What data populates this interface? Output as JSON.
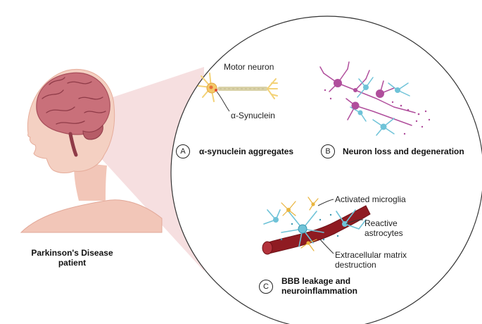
{
  "patient_label": "Parkinson's Disease\npatient",
  "panels": [
    {
      "badge": "A",
      "title": "α-synuclein aggregates",
      "labels": [
        "Motor neuron",
        "α-Synuclein"
      ]
    },
    {
      "badge": "B",
      "title": "Neuron loss and degeneration",
      "labels": []
    },
    {
      "badge": "C",
      "title": "BBB leakage and\nneuroinflammation",
      "labels": [
        "Activated microglia",
        "Reactive\nastrocytes",
        "Extracellular matrix\ndestruction"
      ]
    }
  ],
  "colors": {
    "brain": "#c9707a",
    "skin": "#f2c6b8",
    "zoom_cone": "#f6dfe0",
    "vessel": "#8f1b22",
    "astrocyte": "#6fc3d8",
    "microglia": "#e9b43c",
    "degenerating_neuron": "#b04e9c"
  }
}
